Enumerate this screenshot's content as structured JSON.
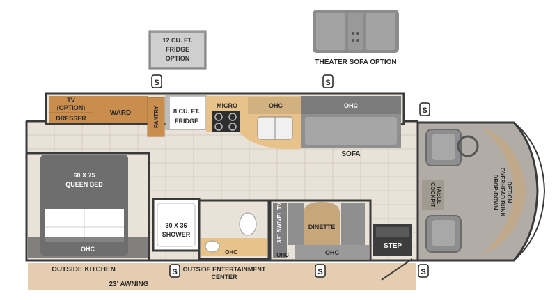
{
  "title": "",
  "options": {
    "fridge_option": [
      "12 CU. FT.",
      "FRIDGE",
      "OPTION"
    ],
    "theater_sofa_option": "THEATER SOFA OPTION"
  },
  "rooms": {
    "tv_dresser": [
      "TV",
      "(OPTION)",
      "DRESSER"
    ],
    "ward": "WARD",
    "pantry": "PANTRY",
    "fridge": [
      "8 CU. FT.",
      "FRIDGE"
    ],
    "micro": "MICRO",
    "ohc_kitchen": "OHC",
    "ohc_sofa": "OHC",
    "sofa": "SOFA",
    "queen_bed": [
      "60 X 75",
      "QUEEN BED"
    ],
    "ohc_bed": "OHC",
    "shower": [
      "30 X 36",
      "SHOWER"
    ],
    "ohc_bath": "OHC",
    "swivel_tv": "39\" SWIVEL TV",
    "ohc_tv": "OHC",
    "dinette": "DINETTE",
    "ohc_dinette": "OHC",
    "step": "STEP",
    "cockpit_table": [
      "COCKPIT",
      "TABLE"
    ],
    "overhead_bunk": [
      "DROP-DOWN",
      "OVERHEAD BUNK",
      "OPTION"
    ]
  },
  "exterior": {
    "outside_kitchen": "OUTSIDE KITCHEN",
    "outside_entertainment": [
      "OUTSIDE ENTERTAINMENT",
      "CENTER"
    ],
    "awning": "23' AWNING"
  },
  "slide_marker": "S",
  "colors": {
    "wall": "#3a3a3a",
    "floor": "#e8e2d8",
    "tile": "#d9d2c6",
    "wood": "#c98d4e",
    "wood_dark": "#b67a3c",
    "cabinet": "#7f7f7f",
    "cab_top": "#999999",
    "sofa": "#8f8f8f",
    "cockpit": "#b1aca6",
    "awning": "#e4cdb0",
    "counter": "#e7c28b"
  }
}
